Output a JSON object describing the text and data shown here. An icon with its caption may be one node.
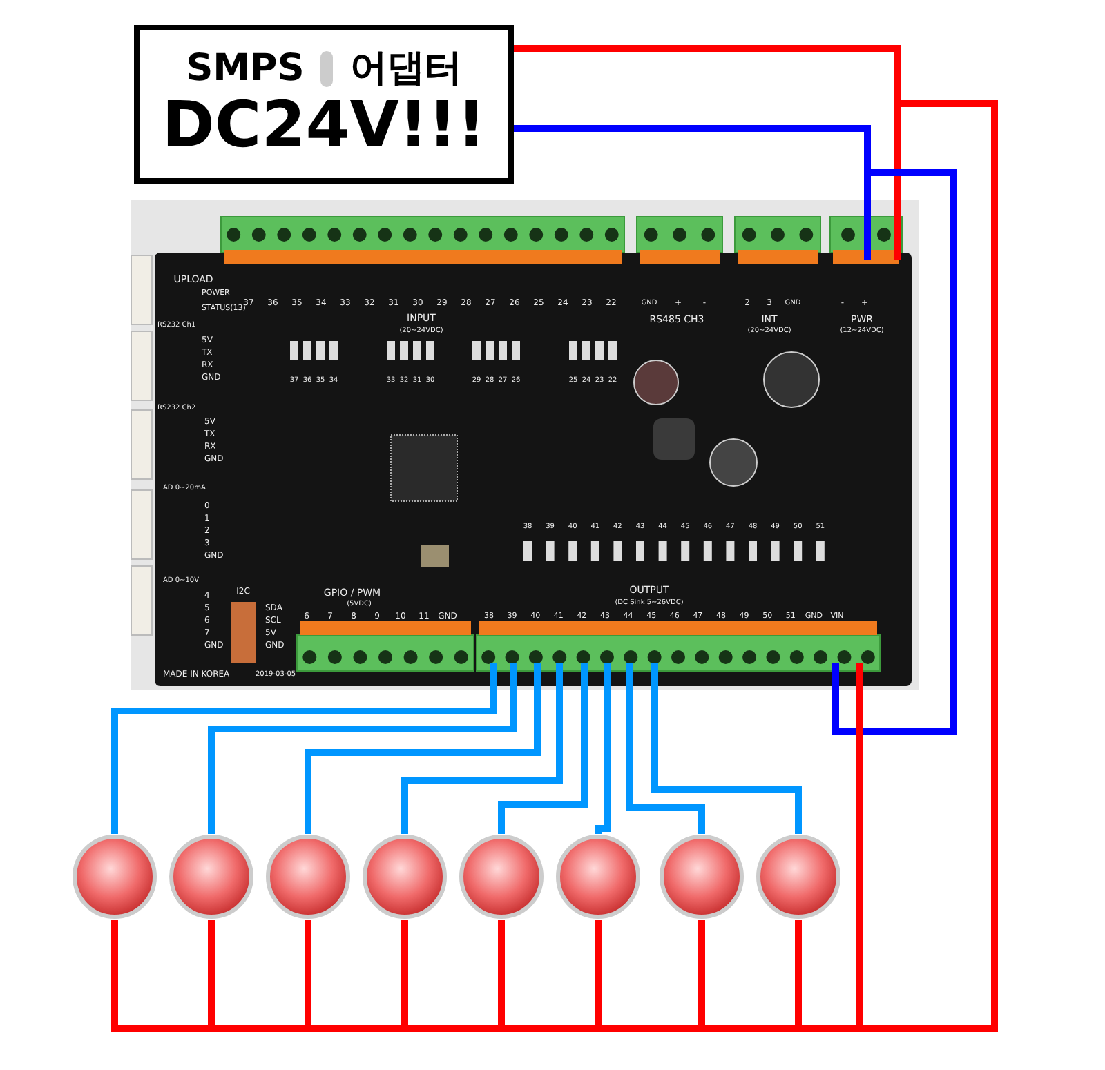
{
  "diagram": {
    "nodes": [
      {
        "text": [
          "SMPS",
          "어댑터",
          "DC24V!!!"
        ]
      },
      {
        "text": [],
        "shape": "picture"
      },
      {
        "text": [],
        "shape": "circle"
      },
      {
        "text": [],
        "shape": "circle"
      },
      {
        "text": [],
        "shape": "circle"
      },
      {
        "text": [],
        "shape": "circle"
      },
      {
        "text": [],
        "shape": "circle"
      },
      {
        "text": [],
        "shape": "circle"
      },
      {
        "text": [],
        "shape": "circle"
      },
      {
        "text": [],
        "shape": "circle"
      }
    ],
    "edges": [
      {
        "from": 0,
        "to": 1,
        "arrow": "none",
        "color": "#ff0000"
      },
      {
        "from": 0,
        "to": 1,
        "arrow": "none",
        "color": "#0000ff"
      },
      {
        "from": 0,
        "to": 1,
        "arrow": "none",
        "color": "#0000ff"
      },
      {
        "from": 1,
        "to": 0,
        "arrow": "none",
        "color": "#ff0000"
      },
      {
        "from": 1,
        "to": 2,
        "arrow": "none",
        "color": "#0096ff"
      },
      {
        "from": 1,
        "to": 3,
        "arrow": "none",
        "color": "#0096ff"
      },
      {
        "from": 1,
        "to": 4,
        "arrow": "none",
        "color": "#0096ff"
      },
      {
        "from": 1,
        "to": 5,
        "arrow": "none",
        "color": "#0096ff"
      },
      {
        "from": 1,
        "to": 6,
        "arrow": "none",
        "color": "#0096ff"
      },
      {
        "from": 1,
        "to": 7,
        "arrow": "none",
        "color": "#0096ff"
      },
      {
        "from": 1,
        "to": 8,
        "arrow": "none",
        "color": "#0096ff"
      },
      {
        "from": 1,
        "to": 9,
        "arrow": "none",
        "color": "#0096ff"
      },
      {
        "from": 0,
        "to": 2,
        "arrow": "none",
        "color": "#ff0000"
      },
      {
        "from": 0,
        "to": 3,
        "arrow": "none",
        "color": "#ff0000"
      },
      {
        "from": 0,
        "to": 4,
        "arrow": "none",
        "color": "#ff0000"
      },
      {
        "from": 0,
        "to": 5,
        "arrow": "none",
        "color": "#ff0000"
      },
      {
        "from": 0,
        "to": 6,
        "arrow": "none",
        "color": "#ff0000"
      },
      {
        "from": 0,
        "to": 7,
        "arrow": "none",
        "color": "#ff0000"
      },
      {
        "from": 0,
        "to": 8,
        "arrow": "none",
        "color": "#ff0000"
      },
      {
        "from": 0,
        "to": 9,
        "arrow": "none",
        "color": "#ff0000"
      }
    ],
    "labels": [
      "UPLOAD",
      "POWER",
      "STATUS(13)",
      "RS232 Ch1",
      "5V",
      "TX",
      "RX",
      "GND",
      "RS232 Ch2",
      "5V",
      "TX",
      "RX",
      "GND",
      "AD 0~20mA",
      "0",
      "1",
      "2",
      "3",
      "GND",
      "AD 0~10V",
      "4",
      "5",
      "6",
      "7",
      "GND",
      "I2C",
      "SDA",
      "SCL",
      "5V",
      "GND",
      "MADE IN KOREA",
      "2019-03-05",
      "37",
      "36",
      "35",
      "34",
      "33",
      "32",
      "31",
      "30",
      "29",
      "28",
      "27",
      "26",
      "25",
      "24",
      "23",
      "22",
      "INPUT",
      "(20~24VDC)",
      "GND",
      "+",
      "-",
      "RS485 CH3",
      "2",
      "3",
      "GND",
      "INT",
      "(20~24VDC)",
      "-",
      "+",
      "PWR",
      "(12~24VDC)",
      "37",
      "36",
      "35",
      "34",
      "33",
      "32",
      "31",
      "30",
      "29",
      "28",
      "27",
      "26",
      "25",
      "24",
      "23",
      "22",
      "38",
      "39",
      "40",
      "41",
      "42",
      "43",
      "44",
      "45",
      "46",
      "47",
      "48",
      "49",
      "50",
      "51",
      "GPIO / PWM",
      "(5VDC)",
      "6",
      "7",
      "8",
      "9",
      "10",
      "11",
      "GND",
      "OUTPUT",
      "(DC Sink 5~26VDC)",
      "38",
      "39",
      "40",
      "41",
      "42",
      "43",
      "44",
      "45",
      "46",
      "47",
      "48",
      "49",
      "50",
      "51",
      "GND",
      "VIN"
    ]
  }
}
